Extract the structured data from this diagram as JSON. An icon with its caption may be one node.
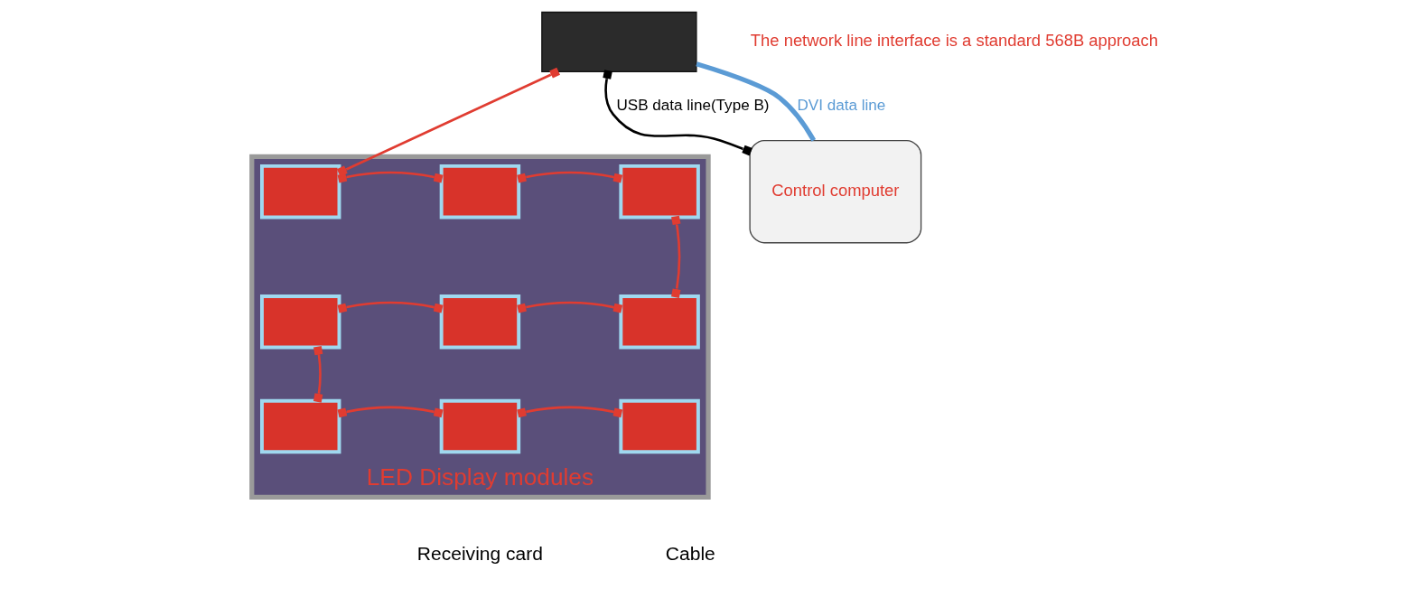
{
  "diagram": {
    "nodes": [
      {
        "text": [
          "LED Display modules"
        ]
      },
      {
        "text": [],
        "shape": "box",
        "in": 0
      },
      {
        "text": [],
        "shape": "box",
        "in": 0
      },
      {
        "text": [],
        "shape": "box",
        "in": 0
      },
      {
        "text": [],
        "shape": "box",
        "in": 0
      },
      {
        "text": [],
        "shape": "box",
        "in": 0
      },
      {
        "text": [],
        "shape": "box",
        "in": 0
      },
      {
        "text": [],
        "shape": "box",
        "in": 0
      },
      {
        "text": [],
        "shape": "box",
        "in": 0
      },
      {
        "text": [],
        "shape": "box",
        "in": 0
      },
      {
        "text": [],
        "shape": "box"
      },
      {
        "text": [
          "Control computer"
        ]
      }
    ],
    "edges": [
      {
        "from": 10,
        "to": 1,
        "arrow": "other"
      },
      {
        "from": 1,
        "to": 2,
        "arrow": "other"
      },
      {
        "from": 2,
        "to": 3,
        "arrow": "other"
      },
      {
        "from": 3,
        "to": 6,
        "arrow": "other"
      },
      {
        "from": 6,
        "to": 5,
        "arrow": "other"
      },
      {
        "from": 5,
        "to": 4,
        "arrow": "other"
      },
      {
        "from": 4,
        "to": 7,
        "arrow": "other"
      },
      {
        "from": 7,
        "to": 8,
        "arrow": "other"
      },
      {
        "from": 8,
        "to": 9,
        "arrow": "other"
      },
      {
        "from": 10,
        "to": 11,
        "arrow": "other",
        "label": "USB data line(Type B)",
        "color": "#000000"
      },
      {
        "from": 10,
        "to": 11,
        "arrow": "none",
        "label": "DVI data line",
        "color": "#5b9bd5",
        "style": "thick"
      }
    ],
    "labels": [
      "The network line interface is a standard 568B approach"
    ],
    "legend": [
      {
        "text": "Receiving card"
      },
      {
        "text": "Cable"
      }
    ]
  }
}
